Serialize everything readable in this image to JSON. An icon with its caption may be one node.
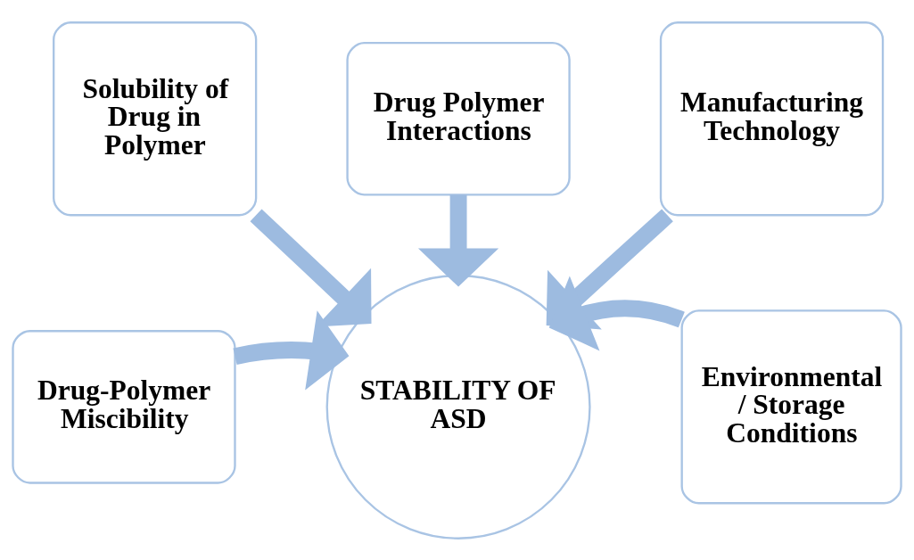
{
  "diagram": {
    "nodes": [
      {
        "text": [
          "Drug Polymer Interactions"
        ]
      },
      {
        "text": [
          "Solubility of Drug in Polymer"
        ]
      },
      {
        "text": [
          "Manufacturing Technology"
        ]
      },
      {
        "text": [
          "Drug-Polymer Miscibility"
        ]
      },
      {
        "text": [
          "STABILITY OF ASD"
        ]
      },
      {
        "text": [
          "Environmental / Storage Conditions"
        ]
      }
    ],
    "edges": [
      {
        "from": 0,
        "to": 4,
        "arrow": "to"
      },
      {
        "from": 1,
        "to": 4,
        "arrow": "to"
      },
      {
        "from": 2,
        "to": 4,
        "arrow": "to"
      },
      {
        "from": 3,
        "to": 4,
        "arrow": "to"
      },
      {
        "from": 5,
        "to": 4,
        "arrow": "to"
      }
    ]
  }
}
